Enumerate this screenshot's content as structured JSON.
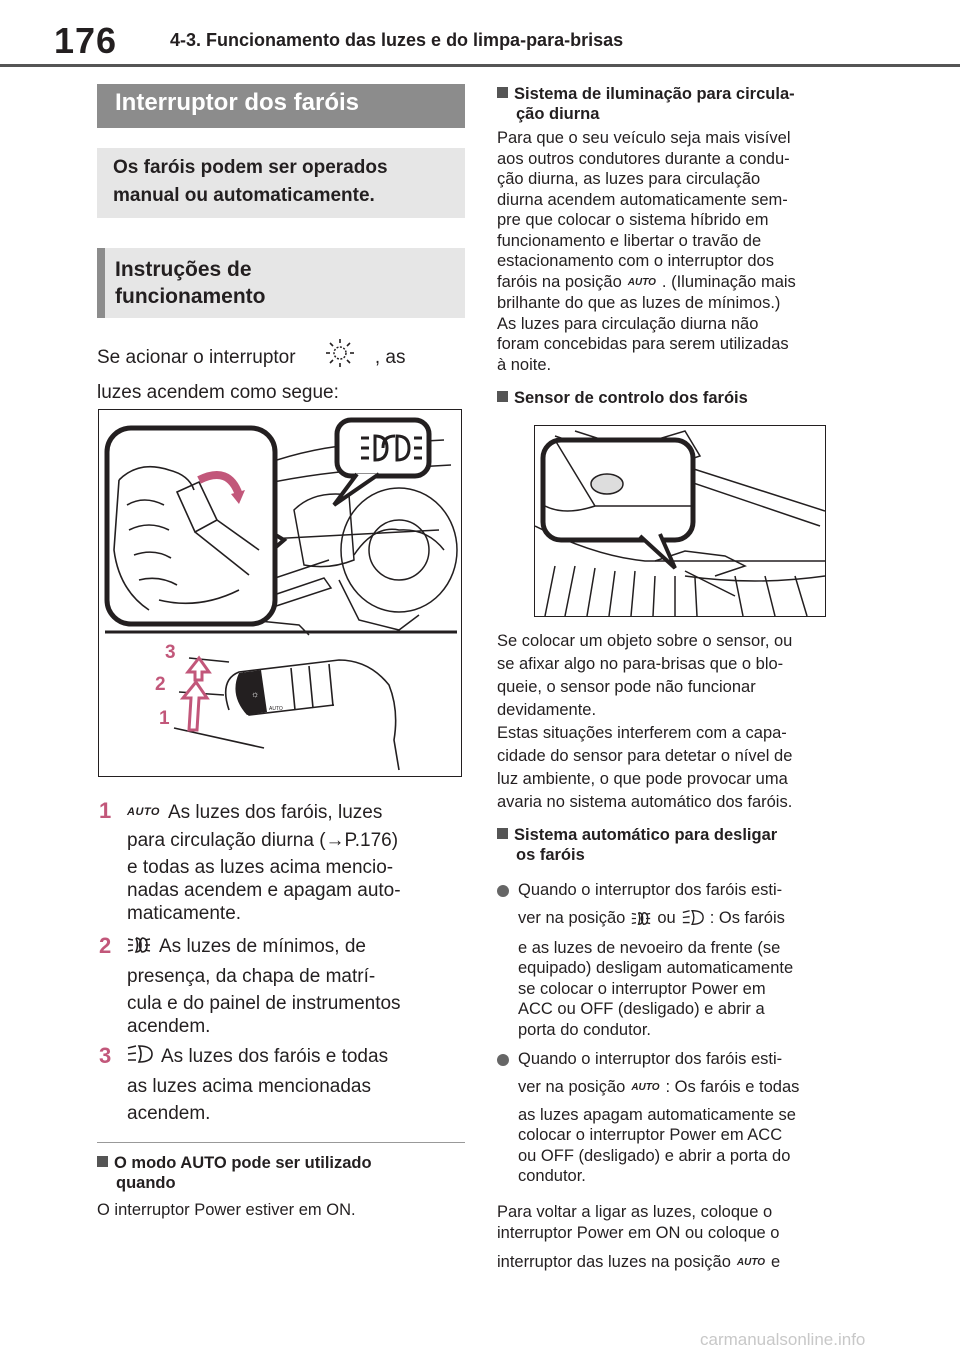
{
  "header": {
    "page_number": "176",
    "chapter": "4-3. Funcionamento das luzes e do limpa-para-brisas"
  },
  "left": {
    "title": "Interruptor dos faróis",
    "lead": [
      "Os faróis podem ser operados",
      "manual ou automaticamente."
    ],
    "instructions_heading": [
      "Instruções de",
      "funcionamento"
    ],
    "intro_line1_a": "Se acionar o interruptor",
    "intro_line1_b": ", as",
    "intro_line2": "luzes acendem como segue:",
    "figure_labels": [
      "3",
      "2",
      "1"
    ],
    "items": [
      {
        "num": "1",
        "icon": "AUTO",
        "lines": [
          "As luzes dos faróis, luzes",
          "para circulação diurna (→P.176)",
          "e todas as luzes acima mencio-",
          "nadas acendem e apagam auto-",
          "maticamente."
        ]
      },
      {
        "num": "2",
        "icon": "tail-light-icon",
        "lines": [
          "As luzes de mínimos, de",
          "presença, da chapa de matrí-",
          "cula e do painel de instrumentos",
          "acendem."
        ]
      },
      {
        "num": "3",
        "icon": "headlight-icon",
        "lines": [
          "As luzes dos faróis e todas",
          "as luzes acima mencionadas",
          "acendem."
        ]
      }
    ],
    "auto_heading": [
      "O modo AUTO pode ser utilizado",
      "quando"
    ],
    "auto_text": "O interruptor Power estiver em ON."
  },
  "right": {
    "drl_heading": [
      "Sistema de iluminação para circula-",
      "ção diurna"
    ],
    "drl_lines": [
      "Para que o seu veículo seja mais visível",
      "aos outros condutores durante a condu-",
      "ção diurna, as luzes para circulação",
      "diurna acendem automaticamente sem-",
      "pre que colocar o sistema híbrido em",
      "funcionamento e libertar o travão de",
      "estacionamento com o interruptor dos",
      "faróis na posição",
      ". (Iluminação mais",
      "brilhante do que as luzes de mínimos.)",
      "As luzes para circulação diurna não",
      "foram concebidas para serem utilizadas",
      "à noite."
    ],
    "sensor_heading": "Sensor de controlo dos faróis",
    "sensor_lines": [
      "Se colocar um objeto sobre o sensor, ou",
      "se afixar algo no para-brisas que o blo-",
      "queie, o sensor pode não funcionar",
      "devidamente.",
      "Estas situações interferem com a capa-",
      "cidade do sensor para detetar o nível de",
      "luz ambiente, o que pode provocar uma",
      "avaria no sistema automático dos faróis."
    ],
    "off_heading": [
      "Sistema automático para desligar",
      "os faróis"
    ],
    "bullet1": {
      "a": "Quando o interruptor dos faróis esti-",
      "b1": "ver na posição",
      "b2": "ou",
      "b3": ": Os faróis",
      "rest": [
        "e as luzes de nevoeiro da frente (se",
        "equipado) desligam automaticamente",
        "se colocar o interruptor Power em",
        "ACC ou OFF (desligado) e abrir a",
        "porta do condutor."
      ]
    },
    "bullet2": {
      "a": "Quando o interruptor dos faróis esti-",
      "b1": "ver na posição",
      "b2": ": Os faróis e todas",
      "rest": [
        "as luzes apagam automaticamente se",
        "colocar o interruptor Power em ACC",
        "ou OFF (desligado) e abrir a porta do",
        "condutor."
      ]
    },
    "final_lines": [
      "Para voltar a ligar as luzes, coloque o",
      "interruptor Power em ON ou coloque o",
      "interruptor das luzes na posição",
      "e"
    ],
    "auto_label": "AUTO"
  },
  "watermark": "carmanualsonline.info",
  "colors": {
    "accent_number": "#c2577a",
    "title_bg": "#8c8c8c",
    "box_bg": "#e6e6e6"
  }
}
